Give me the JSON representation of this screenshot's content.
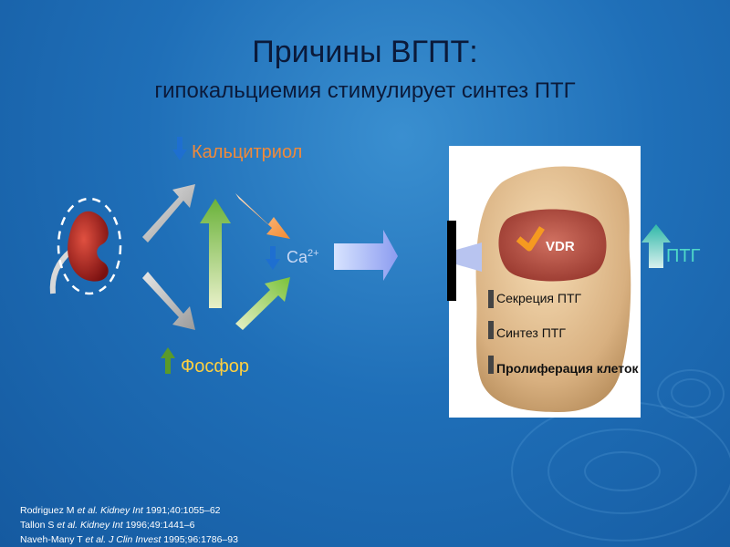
{
  "title": "Причины ВГПТ:",
  "subtitle": "гипокальциемия стимулирует синтез ПТГ",
  "labels": {
    "calcitriol": "Кальцитриол",
    "ca": "Ca",
    "ca_sup": "2+",
    "phosphorus": "Фосфор",
    "vdr": "VDR",
    "pth": "ПТГ",
    "secretion": "Секреция ПТГ",
    "synthesis": "Синтез ПТГ",
    "proliferation": "Пролиферация клеток"
  },
  "references": [
    {
      "authors": "Rodriguez M ",
      "etal": "et al.",
      "journal": " Kidney Int ",
      "rest": "1991;40:1055–62"
    },
    {
      "authors": "Tallon S ",
      "etal": "et al.",
      "journal": " Kidney Int ",
      "rest": "1996;49:1441–6"
    },
    {
      "authors": "Naveh-Many T ",
      "etal": "et al.",
      "journal": " J Clin Invest ",
      "rest": "1995;96:1786–93"
    }
  ],
  "colors": {
    "decrease_arrow": "#1e6fd0",
    "increase_arrow": "#5a9a2a",
    "calcitriol_text": "#f08a3a",
    "phosphorus_text": "#ffd040",
    "pth_text": "#4fd8c8"
  }
}
